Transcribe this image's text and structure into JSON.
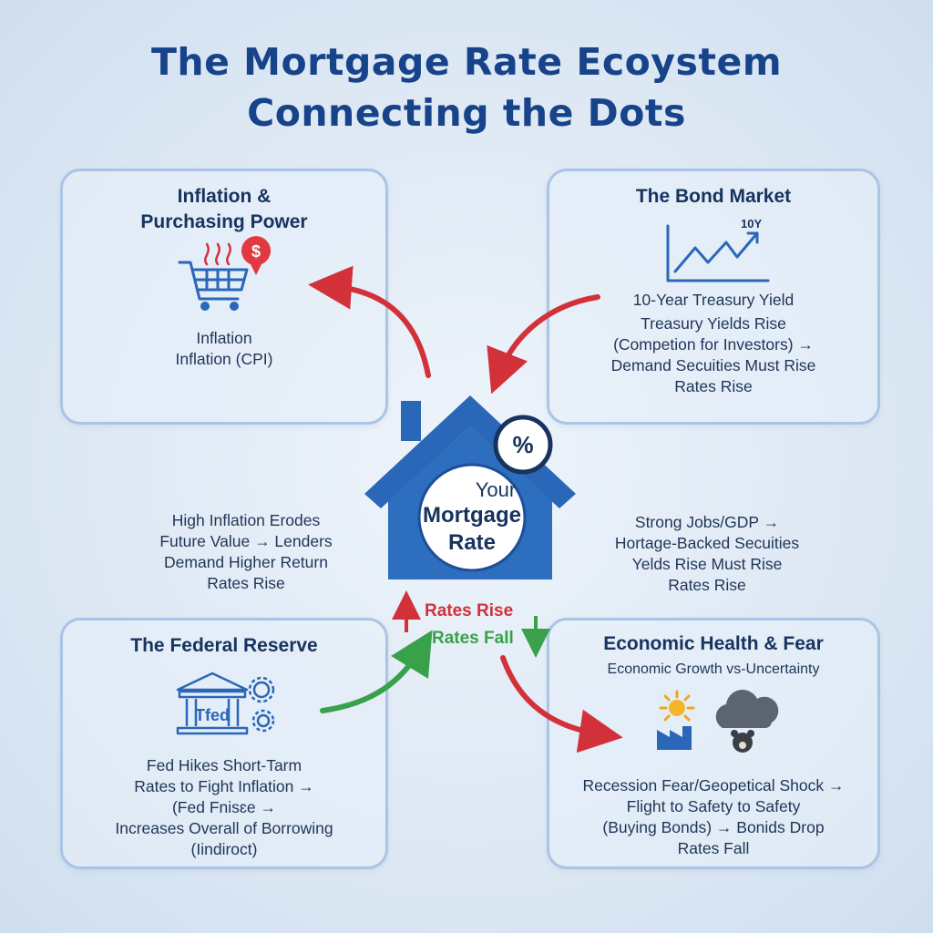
{
  "title": {
    "line1": "The Mortgage Rate Ecoystem",
    "line2": "Connecting the Dots"
  },
  "colors": {
    "title": "#17438a",
    "house": "#2a67b8",
    "rise_red": "#d3313a",
    "fall_green": "#3aa14b",
    "panel_border": "#a9c4e4"
  },
  "inflation": {
    "title_line1": "Inflation &",
    "title_line2": "Purchasing Power",
    "icon": "shopping-cart-icon",
    "badge": "$",
    "text_line1": "Inflation",
    "text_line2": "Inflation (CPI)"
  },
  "bond": {
    "title": "The Bond Market",
    "chart_label": "10Y",
    "chart_caption": "10-Year Treasury Yield",
    "text_line1": "Treasury Yields Rise",
    "text_line2": "(Competion for Investors) →",
    "text_line3": "Demand Secuities Must Rise",
    "text_line4": "Rates Rise"
  },
  "center": {
    "line1": "Your",
    "line2": "Mortgage",
    "line3": "Rate",
    "percent": "%",
    "rates_rise": "Rates Rise",
    "rates_fall": "Rates Fall"
  },
  "left_mid": {
    "line1": "High Inflation Erodes",
    "line2": "Future Value → Lenders",
    "line3": "Demand Higher Return",
    "line4": "Rates Rise"
  },
  "right_mid": {
    "line1": "Strong Jobs/GDP →",
    "line2": "Hortage-Backed Secuities",
    "line3": "Yelds Rise  Must Rise",
    "line4": "Rates Rise"
  },
  "fed": {
    "title": "The Federal Reserve",
    "building_label": "Tfed",
    "text_line1": "Fed Hikes Short-Tarm",
    "text_line2": "Rates to Fight Inflation →",
    "text_line3": "(Fed Fnisɛe →",
    "text_line4": "Increases Overall of Borrowing",
    "text_line5": "(Iindiroct)"
  },
  "econ": {
    "title": "Economic Health & Fear",
    "subtitle": "Economic Growth vs-Uncertainty",
    "text_line1": "Recession Fear/Geopetical Shock →",
    "text_line2": "Flight to Safety to Safety",
    "text_line3": "(Buying Bonds) → Bonids Drop",
    "text_line4": "Rates Fall"
  }
}
